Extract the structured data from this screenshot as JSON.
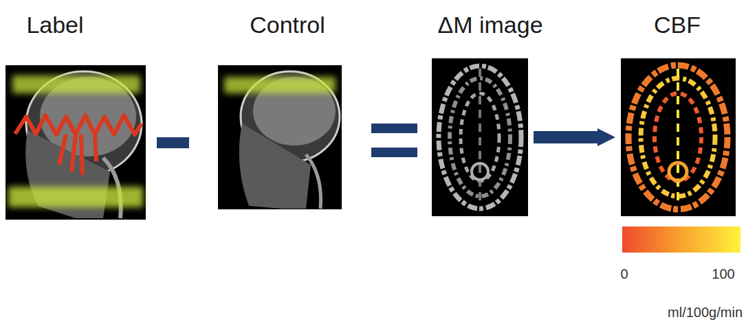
{
  "diagram": {
    "nodes": [
      {
        "text": [
          "Label"
        ]
      },
      {
        "text": [
          "Control"
        ]
      },
      {
        "text": [
          "ΔM image"
        ]
      },
      {
        "text": [
          "CBF"
        ]
      }
    ],
    "edges": [
      {
        "from": 2,
        "to": 3,
        "arrow": "to"
      }
    ],
    "labels": [
      "0",
      "100",
      "ml/100g/min"
    ]
  }
}
